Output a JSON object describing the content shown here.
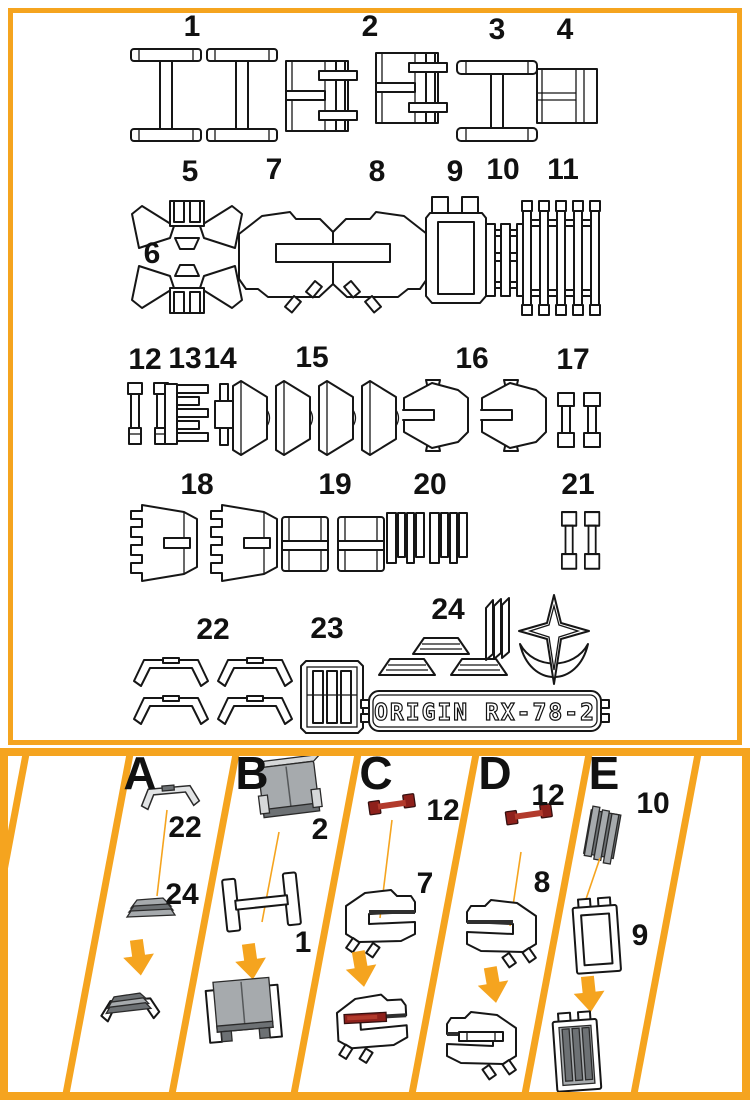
{
  "accent_color": "#F5A41F",
  "parts_inventory": {
    "part_numbers": [
      "1",
      "2",
      "3",
      "4",
      "5",
      "6",
      "7",
      "8",
      "9",
      "10",
      "11",
      "12",
      "13",
      "14",
      "15",
      "16",
      "17",
      "18",
      "19",
      "20",
      "21",
      "22",
      "23",
      "24"
    ],
    "nameplate_text": "ORIGIN RX-78-2"
  },
  "assembly_steps": [
    {
      "letter": "A",
      "part_top": "22",
      "part_bottom": "24"
    },
    {
      "letter": "B",
      "part_top": "2",
      "part_bottom": "1"
    },
    {
      "letter": "C",
      "part_top": "12",
      "part_bottom": "7"
    },
    {
      "letter": "D",
      "part_top": "12",
      "part_bottom": "8"
    },
    {
      "letter": "E",
      "part_top": "10",
      "part_bottom": "9"
    }
  ]
}
